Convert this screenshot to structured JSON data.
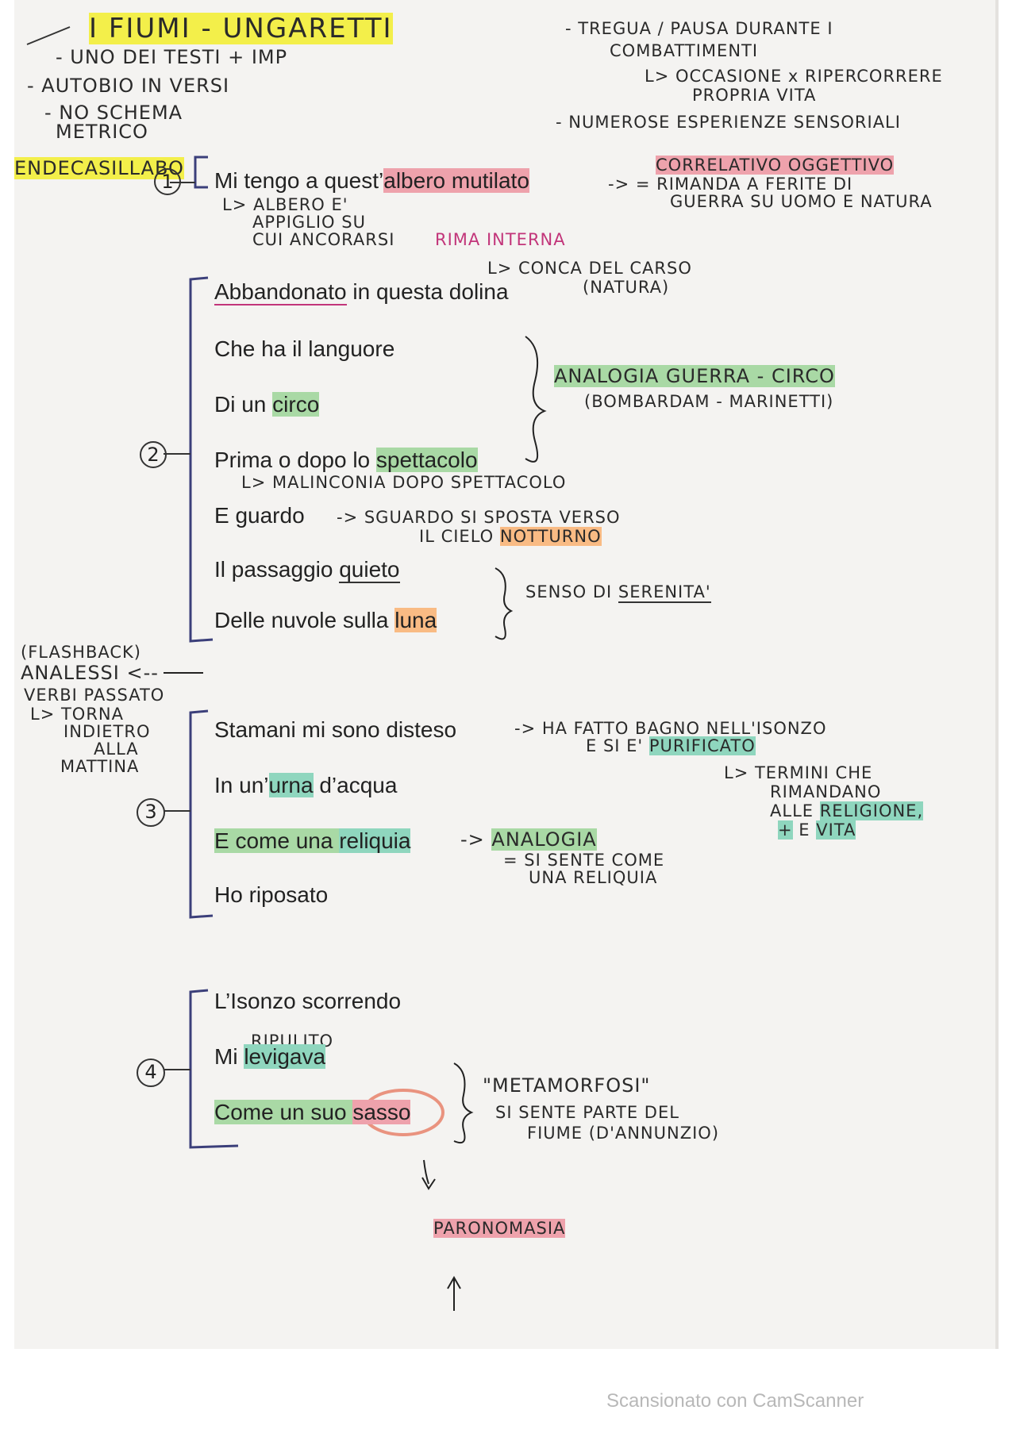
{
  "header": {
    "title": "I FIUMI - UNGARETTI",
    "left_notes": [
      "- UNO DEI TESTI + IMP",
      "- AUTOBIO IN VERSI",
      "- NO SCHEMA",
      "METRICO"
    ],
    "right_notes": [
      "- TREGUA / PAUSA DURANTE I",
      "COMBATTIMENTI",
      "L> OCCASIONE x RIPERCORRERE",
      "PROPRIA VITA",
      "- NUMEROSE ESPERIENZE SENSORIALI"
    ]
  },
  "stanza1": {
    "side_label": "ENDECASILLABO",
    "number": "1",
    "verse_before": "Mi tengo a quest’",
    "verse_highlight": "albero mutilato",
    "note_left": [
      "L> ALBERO E'",
      "APPIGLIO SU",
      "CUI ANCORARSI"
    ],
    "note_pink": "RIMA INTERNA",
    "note_right_title": "CORRELATIVO OGGETTIVO",
    "note_right_lines": [
      "-> = RIMANDA A FERITE DI",
      "GUERRA SU UOMO E NATURA"
    ]
  },
  "stanza2": {
    "number": "2",
    "note_top": [
      "L> CONCA DEL CARSO",
      "(NATURA)"
    ],
    "verse_1a": "Abbandonato",
    "verse_1b": " in questa dolina",
    "verse_2": "Che ha il languore",
    "verse_3a": "Di un ",
    "verse_3b": "circo",
    "verse_4a": "Prima o dopo lo ",
    "verse_4b": "spettacolo",
    "note_4": "L> MALINCONIA DOPO SPETTACOLO",
    "analogy_title": "ANALOGIA GUERRA - CIRCO",
    "analogy_sub": "(BOMBARDAM - MARINETTI)",
    "verse_5": "E guardo",
    "note_5a": "-> SGUARDO SI SPOSTA VERSO",
    "note_5b": "IL CIELO",
    "note_5c": "NOTTURNO",
    "verse_6a": "Il passaggio ",
    "verse_6b": "quieto",
    "verse_7a": "Delle nuvole sulla ",
    "verse_7b": "luna",
    "serenity_a": "SENSO DI ",
    "serenity_b": "SERENITA'"
  },
  "stanza3": {
    "number": "3",
    "side_notes": [
      "(FLASHBACK)",
      "ANALESSI <--",
      "VERBI PASSATO",
      "L> TORNA",
      "INDIETRO",
      "ALLA",
      "MATTINA"
    ],
    "verse_1": "Stamani mi sono disteso",
    "note_1a": "-> HA FATTO BAGNO NELL'ISONZO",
    "note_1b": "E SI E'",
    "note_1c": "PURIFICATO",
    "note_terms": [
      "L> TERMINI CHE",
      "RIMANDANO"
    ],
    "note_terms_a": "ALLE ",
    "note_terms_b": "RELIGIONE,",
    "note_terms_c": "+",
    "note_terms_d": " E ",
    "note_terms_e": "VITA",
    "verse_2a": "In un’",
    "verse_2b": "urna",
    "verse_2c": " d’acqua",
    "verse_3a": "E come una ",
    "verse_3b": "reliquia",
    "note_3a": "-> ",
    "note_3b": "ANALOGIA",
    "note_3c": "= SI SENTE COME",
    "note_3d": "UNA RELIQUIA",
    "verse_4": "Ho riposato"
  },
  "stanza4": {
    "number": "4",
    "verse_1": "L’Isonzo scorrendo",
    "note_over": "RIPULITO",
    "verse_2a": "Mi ",
    "verse_2b": "levigava",
    "verse_3a": "Come un suo ",
    "verse_3b": "sasso",
    "meta_title": "\"METAMORFOSI\"",
    "meta_lines": [
      "SI SENTE  PARTE DEL",
      "FIUME (D'ANNUNZIO)"
    ],
    "paronomasia": "PARONOMASIA"
  },
  "footer": {
    "text": "Scansionato con CamScanner"
  },
  "colors": {
    "yellow": "#f3ef4a",
    "red": "#eea2ac",
    "green": "#a9d9a5",
    "teal": "#8fd6be",
    "orange": "#f9bb84",
    "pink_ink": "#c2357a",
    "bracket": "#3b3f7a"
  }
}
